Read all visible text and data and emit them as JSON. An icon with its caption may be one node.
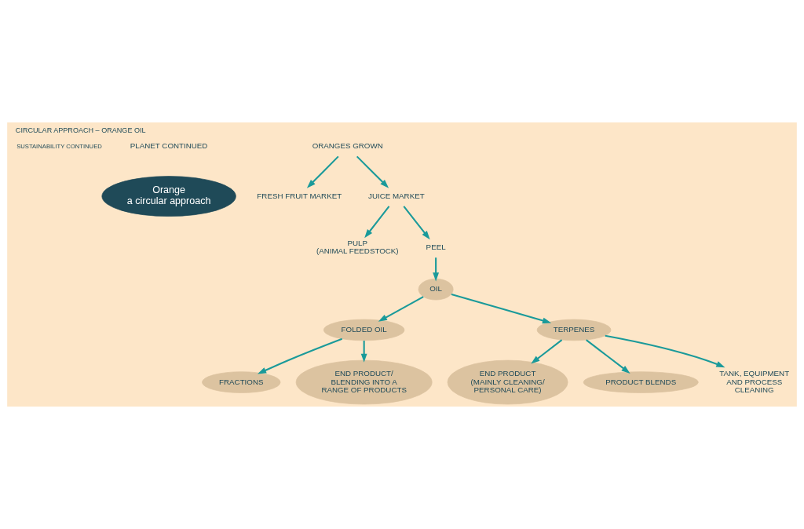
{
  "diagram": {
    "title": "CIRCULAR APPROACH – ORANGE OIL",
    "nodes": [
      {
        "text": [
          "Orange",
          "a circular approach"
        ]
      },
      {
        "text": [
          "ORANGES GROWN"
        ]
      },
      {
        "text": [
          "FRESH FRUIT MARKET"
        ]
      },
      {
        "text": [
          "JUICE MARKET"
        ]
      },
      {
        "text": [
          "PULP",
          "(ANIMAL FEEDSTOCK)"
        ]
      },
      {
        "text": [
          "PEEL"
        ]
      },
      {
        "text": [
          "OIL"
        ]
      },
      {
        "text": [
          "FOLDED OIL"
        ]
      },
      {
        "text": [
          "TERPENES"
        ]
      },
      {
        "text": [
          "END PRODUCT",
          "(MAINLY CLEANING/ PERSONAL CARE)"
        ]
      },
      {
        "text": [
          "PRODUCT BLENDS"
        ]
      },
      {
        "text": [
          "FRACTIONS"
        ]
      },
      {
        "text": [
          "END PRODUCT/ BLENDING INTO A RANGE OF PRODUCTS"
        ]
      },
      {
        "text": [
          "TANK, EQUIPMENT AND PROCESS CLEANING"
        ]
      }
    ],
    "edges": [
      {
        "from": 1,
        "to": 2,
        "arrow": "to"
      },
      {
        "from": 1,
        "to": 3,
        "arrow": "to"
      },
      {
        "from": 3,
        "to": 4,
        "arrow": "to"
      },
      {
        "from": 3,
        "to": 5,
        "arrow": "to"
      },
      {
        "from": 5,
        "to": 6,
        "arrow": "to"
      },
      {
        "from": 6,
        "to": 7,
        "arrow": "to"
      },
      {
        "from": 6,
        "to": 8,
        "arrow": "to"
      },
      {
        "from": 8,
        "to": 9,
        "arrow": "to"
      },
      {
        "from": 8,
        "to": 10,
        "arrow": "to"
      },
      {
        "from": 8,
        "to": 13,
        "arrow": "to"
      },
      {
        "from": 7,
        "to": 11,
        "arrow": "to"
      },
      {
        "from": 7,
        "to": 12,
        "arrow": "to"
      }
    ],
    "labels": [
      "SUSTAINABILITY CONTINUED",
      "PLANET CONTINUED"
    ]
  }
}
